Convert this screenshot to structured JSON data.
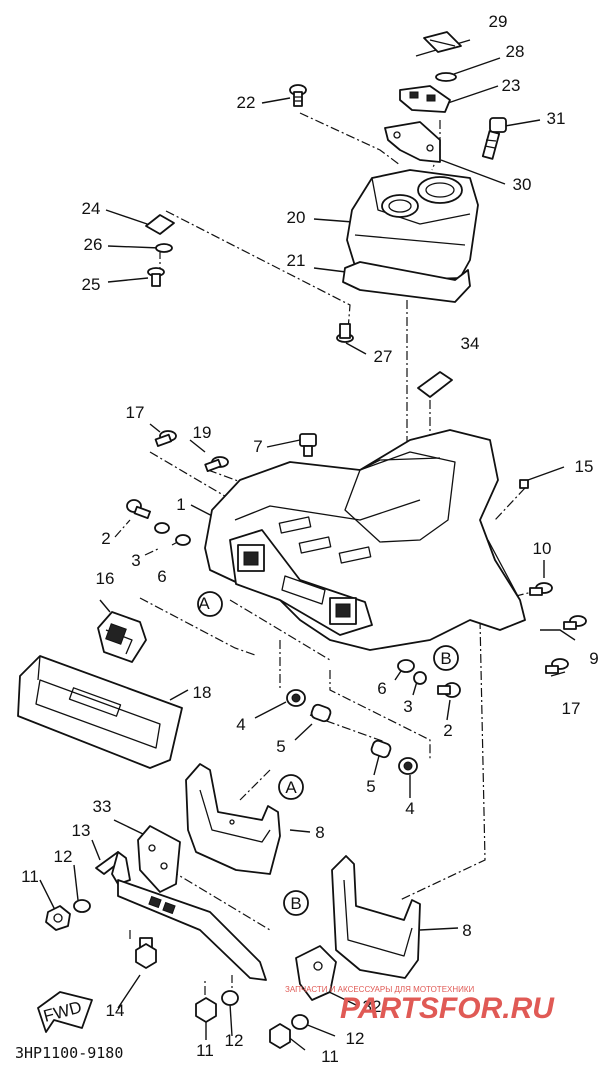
{
  "diagram": {
    "part_labels": [
      {
        "id": "p29",
        "text": "29"
      },
      {
        "id": "p28",
        "text": "28"
      },
      {
        "id": "p23",
        "text": "23"
      },
      {
        "id": "p22",
        "text": "22"
      },
      {
        "id": "p31",
        "text": "31"
      },
      {
        "id": "p30",
        "text": "30"
      },
      {
        "id": "p24",
        "text": "24"
      },
      {
        "id": "p20",
        "text": "20"
      },
      {
        "id": "p26",
        "text": "26"
      },
      {
        "id": "p21",
        "text": "21"
      },
      {
        "id": "p25",
        "text": "25"
      },
      {
        "id": "p27",
        "text": "27"
      },
      {
        "id": "p34",
        "text": "34"
      },
      {
        "id": "p17a",
        "text": "17"
      },
      {
        "id": "p19",
        "text": "19"
      },
      {
        "id": "p7",
        "text": "7"
      },
      {
        "id": "p15",
        "text": "15"
      },
      {
        "id": "p1",
        "text": "1"
      },
      {
        "id": "p2a",
        "text": "2"
      },
      {
        "id": "p3a",
        "text": "3"
      },
      {
        "id": "p6a",
        "text": "6"
      },
      {
        "id": "p10",
        "text": "10"
      },
      {
        "id": "p16",
        "text": "16"
      },
      {
        "id": "p9",
        "text": "9"
      },
      {
        "id": "p6b",
        "text": "6"
      },
      {
        "id": "p17b",
        "text": "17"
      },
      {
        "id": "p3b",
        "text": "3"
      },
      {
        "id": "p18",
        "text": "18"
      },
      {
        "id": "p2b",
        "text": "2"
      },
      {
        "id": "p4a",
        "text": "4"
      },
      {
        "id": "p5a",
        "text": "5"
      },
      {
        "id": "p5b",
        "text": "5"
      },
      {
        "id": "p4b",
        "text": "4"
      },
      {
        "id": "p33",
        "text": "33"
      },
      {
        "id": "p8a",
        "text": "8"
      },
      {
        "id": "p13",
        "text": "13"
      },
      {
        "id": "p12a",
        "text": "12"
      },
      {
        "id": "p11a",
        "text": "11"
      },
      {
        "id": "p8b",
        "text": "8"
      },
      {
        "id": "p14",
        "text": "14"
      },
      {
        "id": "p32",
        "text": "32"
      },
      {
        "id": "p11b",
        "text": "11"
      },
      {
        "id": "p12b",
        "text": "12"
      },
      {
        "id": "p12c",
        "text": "12"
      },
      {
        "id": "p11c",
        "text": "11"
      }
    ],
    "reference_marks": {
      "A": "A",
      "B": "B"
    },
    "fwd_label": "FWD",
    "diagram_code": "3HP1100-9180",
    "watermark": {
      "small": "ЗАПЧАСТИ И АКСЕССУАРЫ ДЛЯ МОТОТЕХНИКИ",
      "brand": "PARTSFOR.RU"
    },
    "colors": {
      "ink": "#111111",
      "watermark": "#e05a55"
    }
  }
}
